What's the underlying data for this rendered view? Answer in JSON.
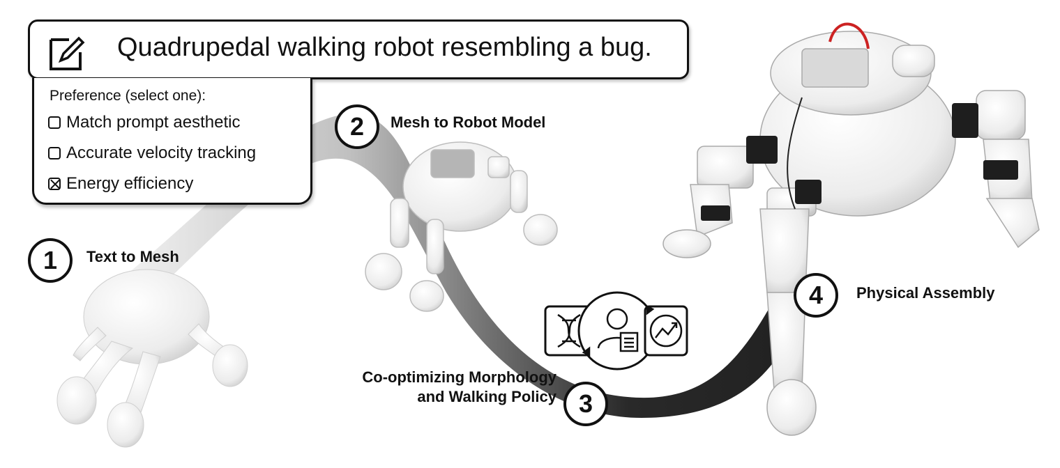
{
  "prompt": {
    "text": "Quadrupedal walking robot resembling a bug.",
    "icon": "edit-icon"
  },
  "preference": {
    "title": "Preference (select one):",
    "options": [
      {
        "label": "Match prompt aesthetic",
        "checked": false
      },
      {
        "label": "Accurate velocity tracking",
        "checked": false
      },
      {
        "label": "Energy efficiency",
        "checked": true
      }
    ]
  },
  "steps": [
    {
      "number": "1",
      "label": "Text to Mesh"
    },
    {
      "number": "2",
      "label": "Mesh to Robot Model"
    },
    {
      "number": "3",
      "label_line1": "Co-optimizing Morphology",
      "label_line2": "and Walking Policy"
    },
    {
      "number": "4",
      "label": "Physical Assembly"
    }
  ],
  "icons": [
    "dna-icon",
    "user-document-icon",
    "trend-chart-icon",
    "cycle-arrows-icon"
  ],
  "colors": {
    "ink": "#111111",
    "path_light": "#e6e6e6",
    "path_dark": "#1a1a1a",
    "robot_white": "#f2f2f2"
  }
}
